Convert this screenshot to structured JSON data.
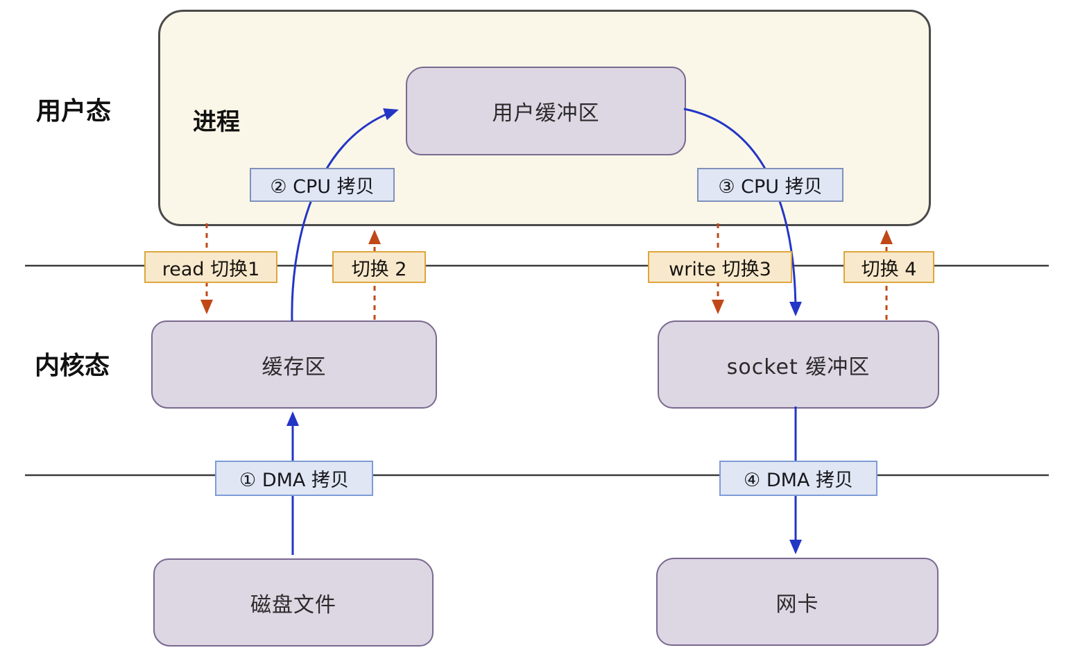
{
  "zones": {
    "user_mode": "用户态",
    "kernel_mode": "内核态",
    "process": "进程"
  },
  "boxes": {
    "user_buffer": "用户缓冲区",
    "kernel_buffer": "缓存区",
    "socket_buffer": "socket 缓冲区",
    "disk_file": "磁盘文件",
    "nic": "网卡"
  },
  "copy_labels": {
    "dma_copy_1": "① DMA 拷贝",
    "cpu_copy_2": "② CPU 拷贝",
    "cpu_copy_3": "③ CPU 拷贝",
    "dma_copy_4": "④ DMA 拷贝"
  },
  "switch_labels": {
    "switch_1": "read 切换1",
    "switch_2": "切换 2",
    "switch_3": "write 切换3",
    "switch_4": "切换 4"
  },
  "colors": {
    "user_box_fill": "#faf7e8",
    "user_box_border": "#4a4a4a",
    "node_fill": "#ddd6e3",
    "node_border": "#79698f",
    "copy_label_fill": "#e0e6f4",
    "copy_label_border": "#8090bd",
    "switch_label_fill": "#f8e9cd",
    "switch_label_border": "#dda63c",
    "solid_arrow": "#2335c5",
    "dashed_arrow": "#c04818",
    "boundary_line": "#3a3a3a"
  }
}
